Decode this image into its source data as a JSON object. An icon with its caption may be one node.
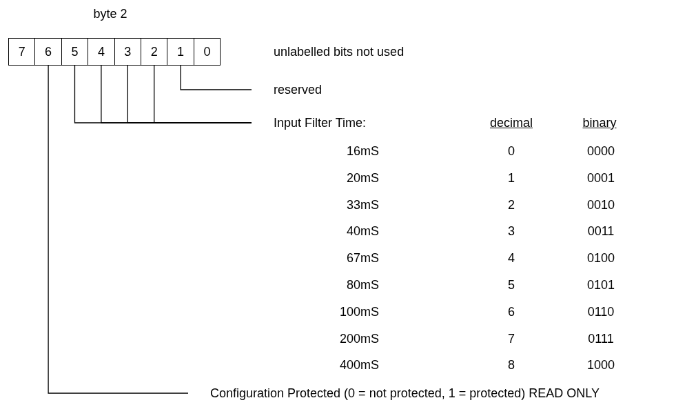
{
  "diagram": {
    "nodes": [
      {
        "text": [
          "7"
        ]
      },
      {
        "text": [
          "6"
        ]
      },
      {
        "text": [
          "5"
        ]
      },
      {
        "text": [
          "4"
        ]
      },
      {
        "text": [
          "3"
        ]
      },
      {
        "text": [
          "2"
        ]
      },
      {
        "text": [
          "1"
        ]
      },
      {
        "text": [
          "0"
        ]
      },
      {
        "text": [
          "reserved"
        ]
      },
      {
        "text": [
          "Input Filter Time:"
        ]
      },
      {
        "text": [
          "Configuration Protected (0 = not protected, 1 = protected) READ ONLY"
        ]
      }
    ],
    "edges": [
      {
        "from": 6,
        "to": 8,
        "arrow": "none"
      },
      {
        "from": 2,
        "to": 9,
        "arrow": "none"
      },
      {
        "from": 3,
        "to": 9,
        "arrow": "none"
      },
      {
        "from": 4,
        "to": 9,
        "arrow": "none"
      },
      {
        "from": 5,
        "to": 9,
        "arrow": "none"
      },
      {
        "from": 1,
        "to": 10,
        "arrow": "none"
      }
    ],
    "labels": [
      "byte 2",
      "unlabelled bits not used",
      "decimal",
      "binary",
      "16mS",
      "0",
      "0000",
      "20mS",
      "1",
      "0001",
      "33mS",
      "2",
      "0010",
      "40mS",
      "3",
      "0011",
      "67mS",
      "4",
      "0100",
      "80mS",
      "5",
      "0101",
      "100mS",
      "6",
      "0110",
      "200mS",
      "7",
      "0111",
      "400mS",
      "8",
      "1000"
    ]
  }
}
